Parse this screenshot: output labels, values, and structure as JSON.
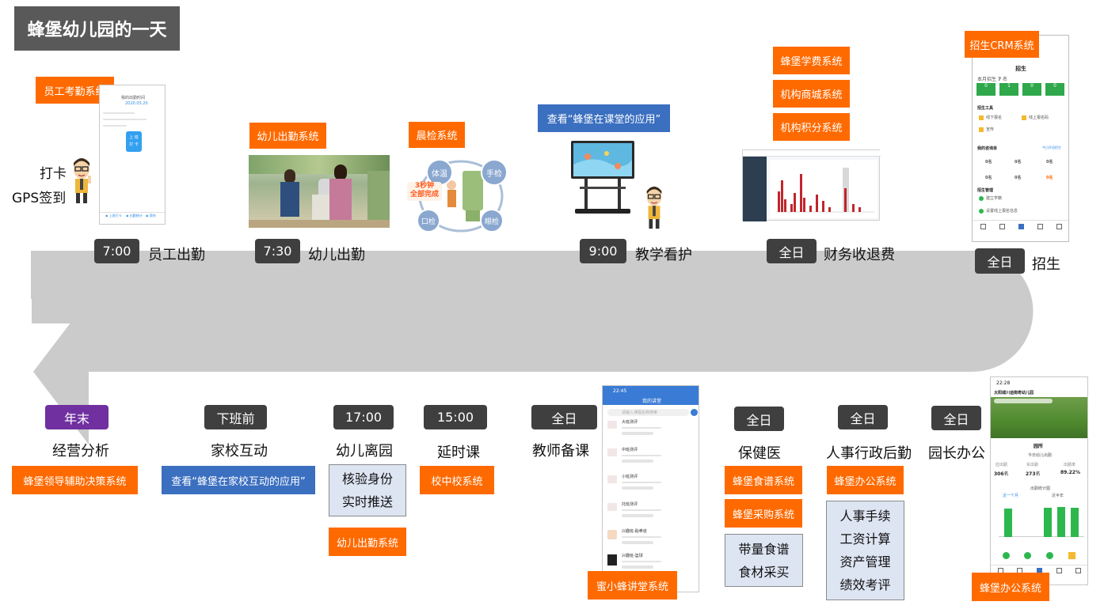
{
  "page_title": "蜂堡幼儿园的一天",
  "top_row": {
    "staff": {
      "system": "员工考勤系统",
      "actions": [
        "打卡",
        "GPS签到"
      ],
      "time": "7:00",
      "label": "员工出勤"
    },
    "child": {
      "system": "幼儿出勤系统",
      "time": "7:30",
      "label": "幼儿出勤"
    },
    "morning": {
      "system": "晨检系统",
      "bubbles": [
        "体温",
        "手检",
        "口检",
        "眼检"
      ],
      "badge": [
        "3秒钟",
        "全部完成"
      ]
    },
    "teaching": {
      "link": "查看“蜂堡在课堂的应用”",
      "time": "9:00",
      "label": "教学看护"
    },
    "finance": {
      "systems": [
        "蜂堡学费系统",
        "机构商城系统",
        "机构积分系统"
      ],
      "time": "全日",
      "label": "财务收退费"
    },
    "crm": {
      "system": "招生CRM系统",
      "time": "全日",
      "label": "招生",
      "phone": {
        "title": "招生",
        "month_label": "本月招生",
        "month_count": "7",
        "month_unit": "名",
        "stats": [
          "0",
          "1",
          "0",
          "0"
        ],
        "tools_title": "招生工具",
        "tools": [
          "线下报名",
          "线上报名码",
          "宣传"
        ],
        "consult_title": "我的咨询单",
        "consult_more": "今日开班招生",
        "consult_values": [
          "0名",
          "0名",
          "0名",
          "0名",
          "0名",
          "0名"
        ],
        "manage_title": "招生管理",
        "manage_items": [
          "建立学籍",
          "设置线上报名信息"
        ]
      }
    }
  },
  "bottom_row": {
    "yearend": {
      "time": "年末",
      "label": "经营分析",
      "system": "蜂堡领导辅助决策系统"
    },
    "home": {
      "time": "下班前",
      "label": "家校互动",
      "link": "查看“蜂堡在家校互动的应用”"
    },
    "leave": {
      "time": "17:00",
      "label": "幼儿离园",
      "items": [
        "核验身份",
        "实时推送"
      ],
      "system": "幼儿出勤系统"
    },
    "afterschool": {
      "time": "15:00",
      "label": "延时课",
      "system": "校中校系统"
    },
    "prep": {
      "time": "全日",
      "label": "教师备课",
      "system": "蜜小蜂讲堂系统",
      "phone": {
        "clock": "22:45",
        "title": "我的讲堂",
        "search": "请输入课程名称搜索",
        "rows": [
          "大班测评",
          "中班测评",
          "小班测评",
          "托班测评",
          "兴趣班-跆拳道",
          "兴趣班-篮球"
        ]
      }
    },
    "health": {
      "time": "全日",
      "label": "保健医",
      "systems": [
        "蜂堡食谱系统",
        "蜂堡采购系统"
      ],
      "items": [
        "带量食谱",
        "食材采买"
      ]
    },
    "hr": {
      "time": "全日",
      "label": "人事行政后勤",
      "system": "蜂堡办公系统",
      "items": [
        "人事手续",
        "工资计算",
        "资产管理",
        "绩效考评"
      ]
    },
    "principal": {
      "time": "全日",
      "label": "园长办公",
      "system": "蜂堡办公系统",
      "phone": {
        "clock": "22:28",
        "school": "太阳城川迪南奇幼儿园",
        "section": "园所",
        "sub": "今日幼儿出勤",
        "stats": [
          {
            "label": "应出勤",
            "value": "306",
            "unit": "名"
          },
          {
            "label": "实出勤",
            "value": "273",
            "unit": "名"
          },
          {
            "label": "出勤率",
            "value": "89.22%",
            "unit": ""
          }
        ],
        "chart_title": "出勤统计图",
        "chart_legend": [
          "近一个月",
          "近半年"
        ],
        "chart_values": [
          0.82,
          0,
          0,
          0.84,
          0.86,
          0.84
        ]
      }
    }
  },
  "colors": {
    "orange": "#ff6a00",
    "blue": "#3b6fc0",
    "dark": "#3f3f3f",
    "purple": "#7030a0",
    "arrow": "#cccccc"
  }
}
